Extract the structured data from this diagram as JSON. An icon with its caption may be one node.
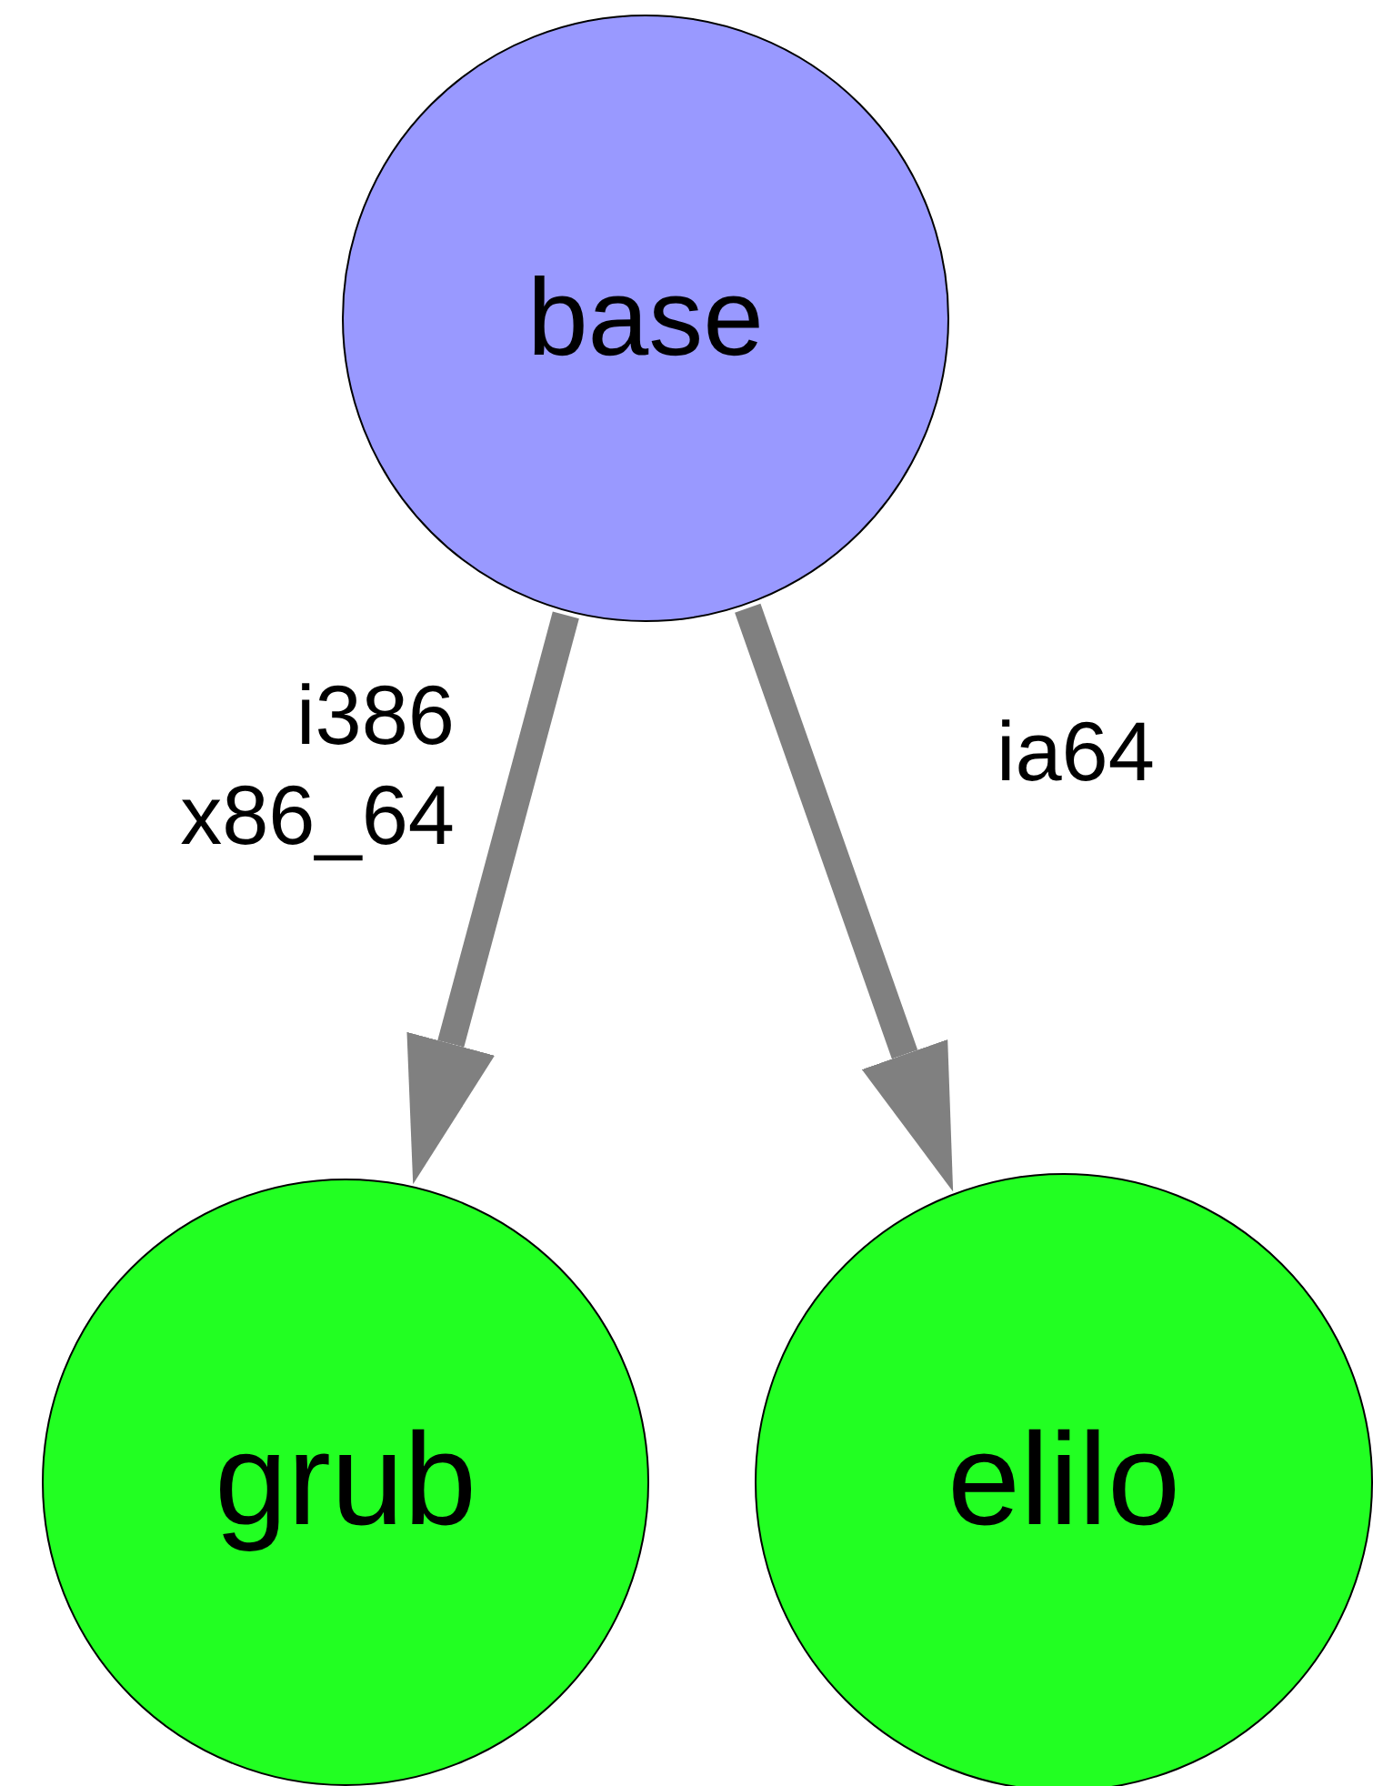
{
  "diagram": {
    "nodes": [
      {
        "text": [
          "base"
        ]
      },
      {
        "text": [
          "grub"
        ]
      },
      {
        "text": [
          "elilo"
        ]
      }
    ],
    "edges": [
      {
        "from": 0,
        "to": 1,
        "arrow": "to",
        "label": "i386 x86_64"
      },
      {
        "from": 0,
        "to": 2,
        "arrow": "to",
        "label": "ia64"
      }
    ]
  }
}
